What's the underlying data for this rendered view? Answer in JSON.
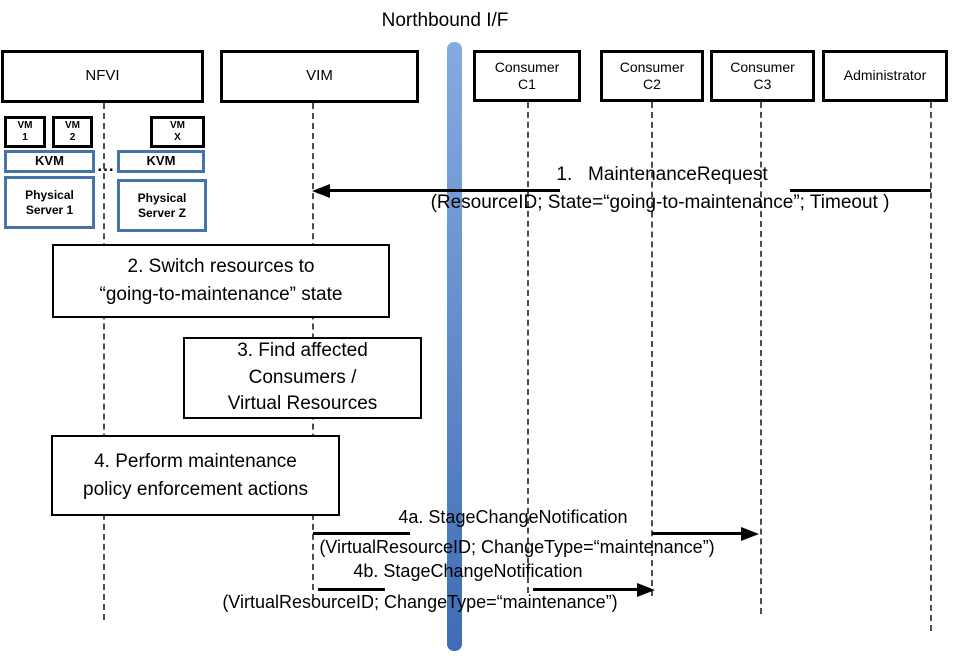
{
  "title": "Northbound I/F",
  "actors": {
    "nfvi": {
      "label": "NFVI"
    },
    "vim": {
      "label": "VIM"
    },
    "c1": {
      "line1": "Consumer",
      "line2": "C1"
    },
    "c2": {
      "line1": "Consumer",
      "line2": "C2"
    },
    "c3": {
      "line1": "Consumer",
      "line2": "C3"
    },
    "admin": {
      "label": "Administrator"
    }
  },
  "nfvi_detail": {
    "vm1": {
      "line1": "VM",
      "line2": "1"
    },
    "vm2": {
      "line1": "VM",
      "line2": "2"
    },
    "vmx": {
      "line1": "VM",
      "line2": "X"
    },
    "kvm1": {
      "label": "KVM"
    },
    "kvm2": {
      "label": "KVM"
    },
    "ellipsis": "...",
    "ps1": {
      "line1": "Physical",
      "line2": "Server 1"
    },
    "psz": {
      "line1": "Physical",
      "line2": "Server Z"
    }
  },
  "steps": {
    "step2": {
      "line1": "2. Switch resources to",
      "line2": "“going-to-maintenance” state"
    },
    "step3": {
      "line1": "3. Find affected",
      "line2": "Consumers /",
      "line3": "Virtual Resources"
    },
    "step4": {
      "line1": "4. Perform maintenance",
      "line2": "policy enforcement actions"
    }
  },
  "messages": {
    "m1": {
      "name": "1.   MaintenanceRequest",
      "params": "(ResourceID; State=“going-to-maintenance”; Timeout )"
    },
    "m4a": {
      "name": "4a. StageChangeNotification",
      "params": "(VirtualResourceID; ChangeType=“maintenance”)"
    },
    "m4b": {
      "name": "4b. StageChangeNotification",
      "params": "(VirtualResourceID; ChangeType=“maintenance”)"
    }
  },
  "colors": {
    "accent_blue": "#4673a8",
    "bar_top": "#85abe0",
    "bar_bottom": "#3f6cb5"
  }
}
